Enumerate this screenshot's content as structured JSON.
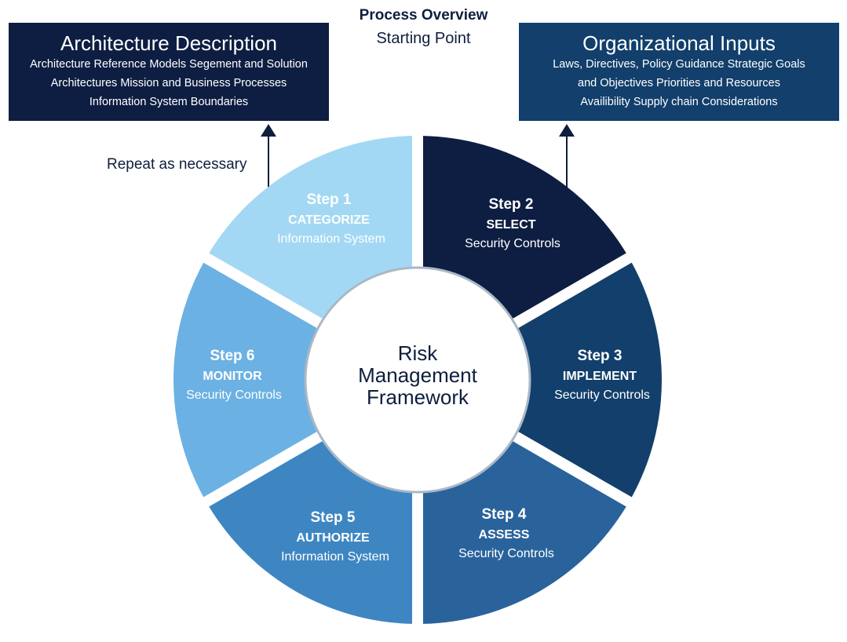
{
  "header": {
    "title": "Process Overview",
    "subtitle": "Starting Point"
  },
  "architecture": {
    "title": "Architecture Description",
    "lines": [
      "Architecture Reference Models Segement and Solution",
      "Architectures Mission and Business Processes",
      "Information System Boundaries"
    ]
  },
  "organizational": {
    "title": "Organizational Inputs",
    "lines": [
      "Laws, Directives, Policy Guidance Strategic Goals",
      "and Objectives Priorities and Resources",
      "Availibility Supply chain Considerations"
    ]
  },
  "repeat_label": "Repeat as necessary",
  "center": {
    "lines": [
      "Risk",
      "Management",
      "Framework"
    ]
  },
  "steps": [
    {
      "step": "Step 1",
      "name": "CATEGORIZE",
      "desc": "Information System",
      "color": "#0e1e42",
      "text": "#ffffff"
    },
    {
      "step": "Step 2",
      "name": "SELECT",
      "desc": "Security Controls",
      "color": "#123f6b",
      "text": "#ffffff"
    },
    {
      "step": "Step 3",
      "name": "IMPLEMENT",
      "desc": "Security Controls",
      "color": "#2a639c",
      "text": "#ffffff"
    },
    {
      "step": "Step 4",
      "name": "ASSESS",
      "desc": "Security Controls",
      "color": "#3e86c2",
      "text": "#ffffff"
    },
    {
      "step": "Step 5",
      "name": "AUTHORIZE",
      "desc": "Information System",
      "color": "#6cb1e3",
      "text": "#ffffff"
    },
    {
      "step": "Step 6",
      "name": "MONITOR",
      "desc": "Security Controls",
      "color": "#a3d8f4",
      "text": "#ffffff"
    }
  ]
}
